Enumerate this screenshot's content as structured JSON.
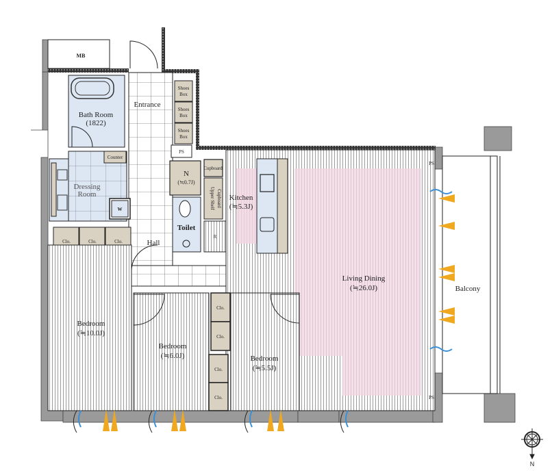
{
  "colors": {
    "wall": "#9a9a9a",
    "wet_area": "#dde6f3",
    "storage": "#d9d2c3",
    "living_highlight": "#f1d6e2",
    "window_arrow": "#f0a820",
    "wind_wave": "#3a8fd6"
  },
  "rooms": {
    "mb": "MB",
    "bath_room": "Bath Room",
    "bath_size": "(1822)",
    "entrance": "Entrance",
    "shoes_box": "Shoes",
    "shoes_box2": "Box",
    "ps": "PS",
    "counter": "Counter",
    "dressing_1": "Dressing",
    "dressing_2": "Room",
    "washer": "W",
    "closet": "Clo.",
    "n_room": "N",
    "n_size": "(≒0.7J)",
    "toilet": "Toilet",
    "hall": "Hall",
    "cupboard": "Cupboard",
    "upper_shelf": "Upper Shelf",
    "upper_cupboard": "Cupboard",
    "fridge": "R",
    "kitchen": "Kitchen",
    "kitchen_size": "(≒5.3J)",
    "living": "Living Dining",
    "living_size": "(≒26.0J)",
    "balcony": "Balcony",
    "bedroom": "Bedroom",
    "bedroom1_size": "(≒10.0J)",
    "bedroom2_size": "(≒6.0J)",
    "bedroom3_size": "(≒5.5J)"
  },
  "compass": {
    "north_label": "N"
  }
}
